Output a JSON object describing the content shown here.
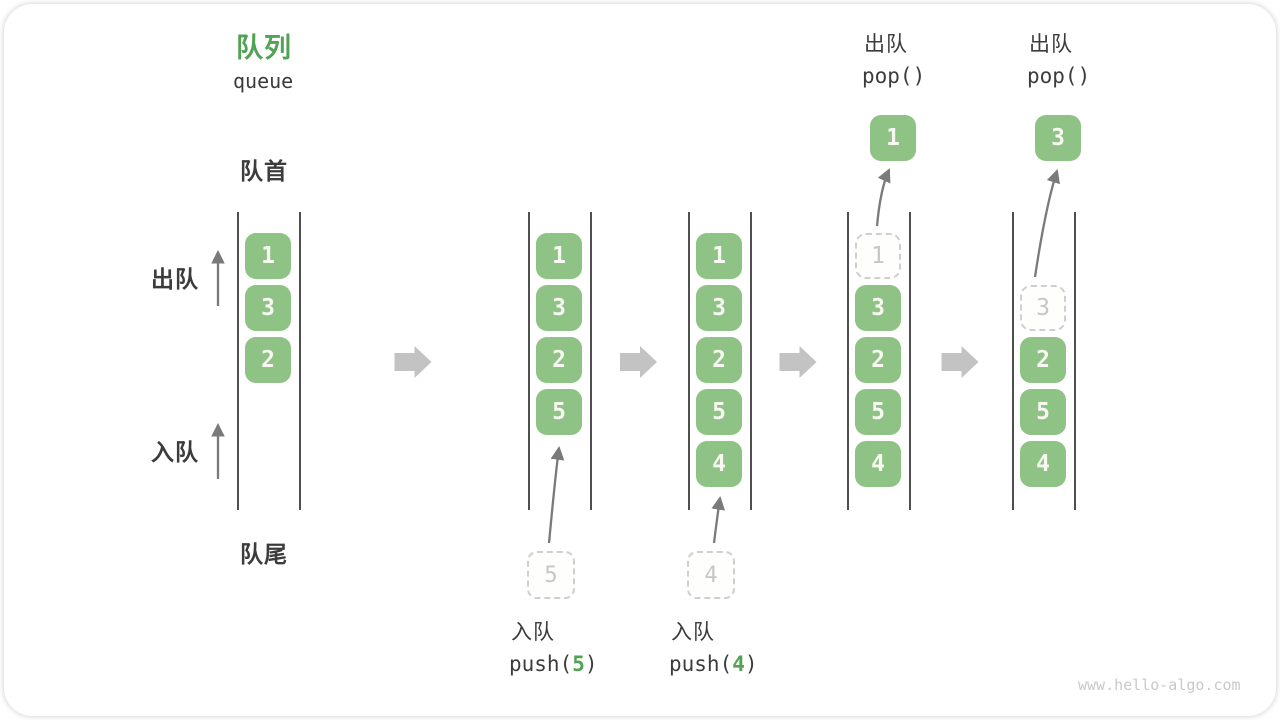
{
  "header": {
    "title_cn": "队列",
    "title_en": "queue"
  },
  "side_labels": {
    "front": "队首",
    "rear": "队尾",
    "dequeue": "出队",
    "enqueue": "入队"
  },
  "footer": {
    "watermark": "www.hello-algo.com"
  },
  "colors": {
    "accent_green": "#51a254",
    "box_green": "#8fc285",
    "box_text": "#f7f8f2",
    "dashed_gray": "#cfcfcf",
    "column_line": "#4f4f4f",
    "thin_arrow": "#7a7a7a",
    "block_arrow": "#c3c3c3",
    "text_dark": "#3c3c3c",
    "watermark_gray": "#c9c9c9"
  },
  "queue_columns": [
    {
      "name": "state-initial",
      "slots": [
        {
          "row": 0,
          "value": "1",
          "style": "solid"
        },
        {
          "row": 1,
          "value": "3",
          "style": "solid"
        },
        {
          "row": 2,
          "value": "2",
          "style": "solid"
        }
      ]
    },
    {
      "name": "state-after-push-5",
      "slots": [
        {
          "row": 0,
          "value": "1",
          "style": "solid"
        },
        {
          "row": 1,
          "value": "3",
          "style": "solid"
        },
        {
          "row": 2,
          "value": "2",
          "style": "solid"
        },
        {
          "row": 3,
          "value": "5",
          "style": "solid"
        }
      ],
      "pending": {
        "value": "5",
        "label": "入队",
        "code_pre": "push(",
        "code_arg": "5",
        "code_post": ")"
      }
    },
    {
      "name": "state-after-push-4",
      "slots": [
        {
          "row": 0,
          "value": "1",
          "style": "solid"
        },
        {
          "row": 1,
          "value": "3",
          "style": "solid"
        },
        {
          "row": 2,
          "value": "2",
          "style": "solid"
        },
        {
          "row": 3,
          "value": "5",
          "style": "solid"
        },
        {
          "row": 4,
          "value": "4",
          "style": "solid"
        }
      ],
      "pending": {
        "value": "4",
        "label": "入队",
        "code_pre": "push(",
        "code_arg": "4",
        "code_post": ")"
      }
    },
    {
      "name": "state-after-pop-1",
      "slots": [
        {
          "row": 0,
          "value": "1",
          "style": "dashed"
        },
        {
          "row": 1,
          "value": "3",
          "style": "solid"
        },
        {
          "row": 2,
          "value": "2",
          "style": "solid"
        },
        {
          "row": 3,
          "value": "5",
          "style": "solid"
        },
        {
          "row": 4,
          "value": "4",
          "style": "solid"
        }
      ],
      "popped": {
        "value": "1",
        "label": "出队",
        "code": "pop()"
      }
    },
    {
      "name": "state-after-pop-3",
      "slots": [
        {
          "row": 1,
          "value": "3",
          "style": "dashed"
        },
        {
          "row": 2,
          "value": "2",
          "style": "solid"
        },
        {
          "row": 3,
          "value": "5",
          "style": "solid"
        },
        {
          "row": 4,
          "value": "4",
          "style": "solid"
        }
      ],
      "popped": {
        "value": "3",
        "label": "出队",
        "code": "pop()"
      }
    }
  ]
}
